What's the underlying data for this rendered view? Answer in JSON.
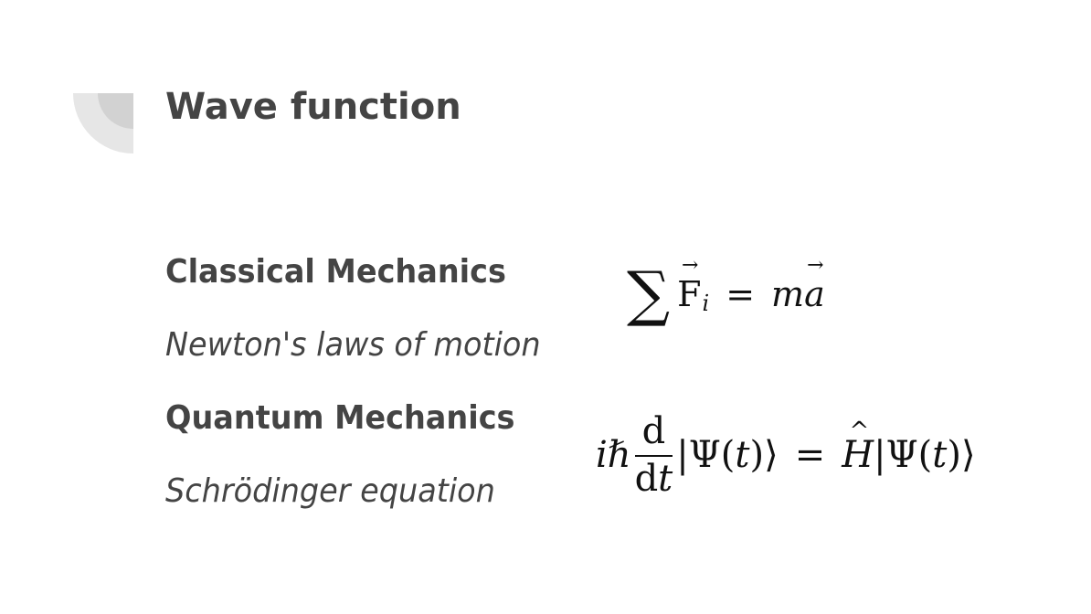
{
  "slide": {
    "title": "Wave function",
    "sections": [
      {
        "heading": "Classical Mechanics",
        "subtitle": "Newton's laws of motion",
        "equation": {
          "latex": "\\sum \\vec{F}_i = m\\vec{a}",
          "parts": {
            "sum": "∑",
            "F": "F",
            "i": "i",
            "equals": "=",
            "m": "m",
            "a": "a"
          }
        }
      },
      {
        "heading": "Quantum Mechanics",
        "subtitle": "Schrödinger equation",
        "equation": {
          "latex": "i\\hbar \\frac{d}{dt} |\\Psi(t)\\rangle = \\hat{H} |\\Psi(t)\\rangle",
          "parts": {
            "ihbar": "iℏ",
            "num": "d",
            "den_d": "d",
            "den_t": "t",
            "lhs_ket": "|Ψ(",
            "t1": "t",
            "close1": ")⟩",
            "equals": "=",
            "H": "H",
            "rhs_ket": "|Ψ(",
            "t2": "t",
            "close2": ")⟩"
          }
        }
      }
    ]
  },
  "decoration": {
    "icon": "quarter-circle-icon",
    "outer_color": "#e6e6e6",
    "inner_color": "#d2d2d2"
  },
  "colors": {
    "text": "#444444",
    "math": "#111111",
    "background": "#ffffff"
  }
}
